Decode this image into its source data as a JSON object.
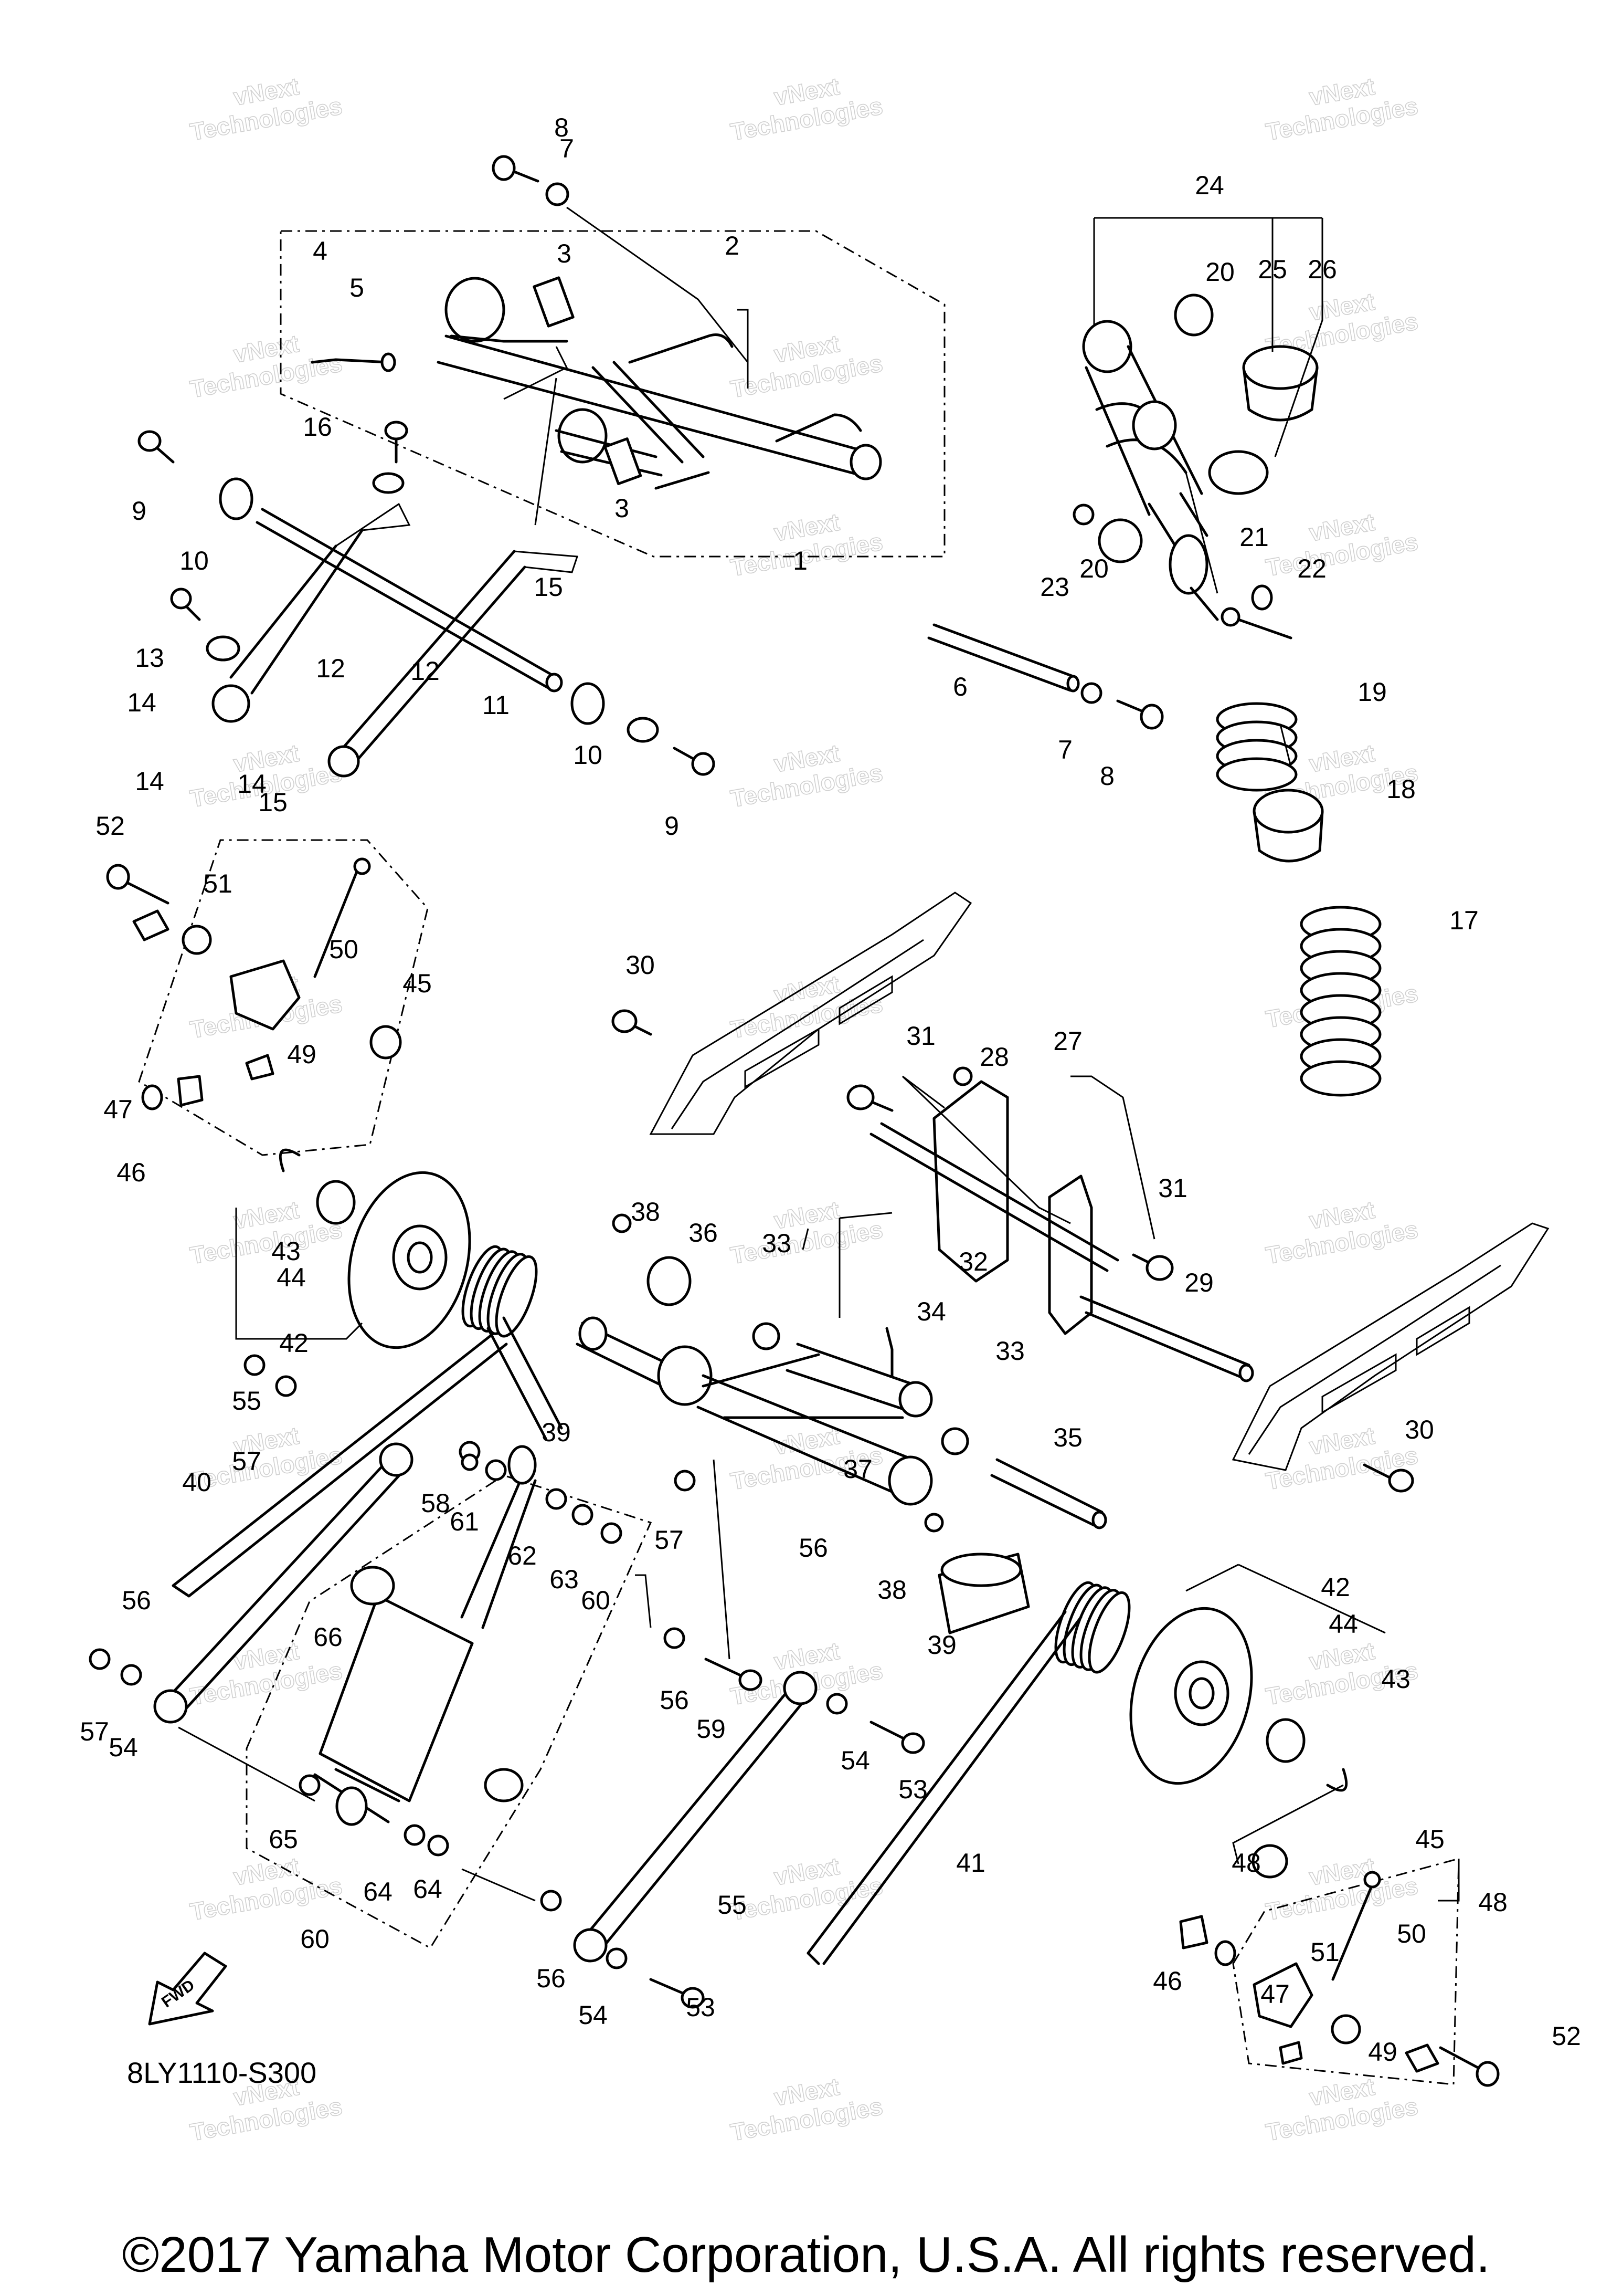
{
  "diagram": {
    "code": "8LY1110-S300",
    "copyright": "©2017 Yamaha Motor Corporation, U.S.A. All rights reserved.",
    "fwd_label": "FWD"
  },
  "watermark": {
    "line1": "vNext",
    "line2": "Technologies"
  },
  "callouts": [
    "1",
    "2",
    "3",
    "3",
    "4",
    "5",
    "6",
    "7",
    "7",
    "8",
    "8",
    "9",
    "9",
    "10",
    "10",
    "11",
    "12",
    "12",
    "13",
    "14",
    "14",
    "14",
    "15",
    "15",
    "16",
    "17",
    "18",
    "19",
    "20",
    "20",
    "21",
    "22",
    "23",
    "24",
    "25",
    "26",
    "27",
    "28",
    "29",
    "30",
    "30",
    "31",
    "31",
    "32",
    "33",
    "33",
    "34",
    "35",
    "36",
    "37",
    "38",
    "38",
    "39",
    "39",
    "40",
    "41",
    "42",
    "42",
    "43",
    "43",
    "44",
    "44",
    "45",
    "45",
    "46",
    "46",
    "47",
    "47",
    "48",
    "48",
    "49",
    "49",
    "50",
    "50",
    "51",
    "51",
    "52",
    "52",
    "53",
    "53",
    "54",
    "54",
    "54",
    "55",
    "55",
    "56",
    "56",
    "56",
    "56",
    "57",
    "57",
    "57",
    "58",
    "59",
    "60",
    "60",
    "61",
    "62",
    "63",
    "64",
    "64",
    "65",
    "66"
  ]
}
